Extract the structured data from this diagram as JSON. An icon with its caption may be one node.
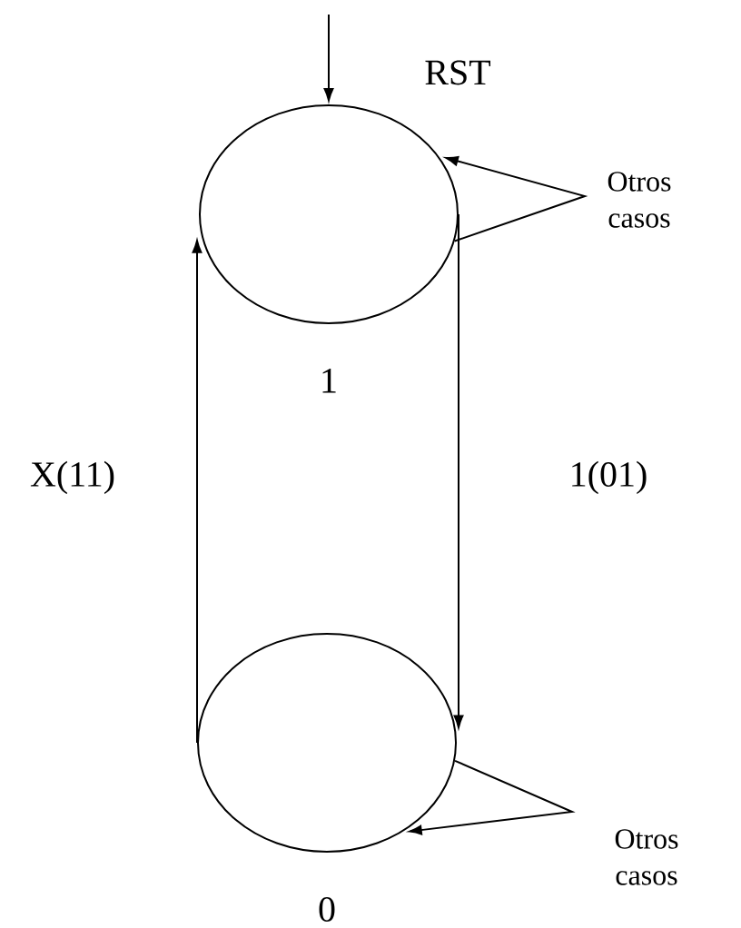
{
  "diagram": {
    "nodes": [
      {
        "text": [
          "1"
        ]
      },
      {
        "text": [
          "0"
        ]
      }
    ],
    "edges": [
      {
        "from": null,
        "to": 0,
        "arrow": "to",
        "label": "RST"
      },
      {
        "from": 1,
        "to": 0,
        "arrow": "to",
        "label": "X(11)"
      },
      {
        "from": 0,
        "to": 1,
        "arrow": "to",
        "label": "1(01)"
      },
      {
        "from": 0,
        "to": 0,
        "arrow": "to",
        "label": "Otros casos"
      },
      {
        "from": 1,
        "to": 1,
        "arrow": "to",
        "label": "Otros casos"
      }
    ]
  }
}
